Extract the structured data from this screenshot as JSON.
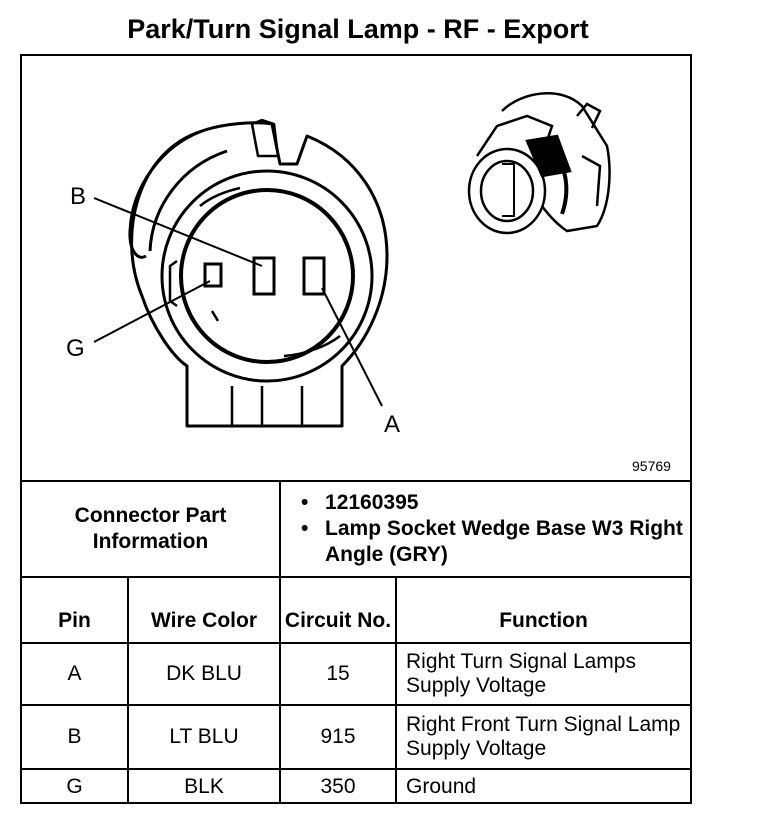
{
  "title": "Park/Turn Signal Lamp - RF - Export",
  "figure_id": "95769",
  "callouts": {
    "b": "B",
    "g": "G",
    "a": "A"
  },
  "connector_info": {
    "label": "Connector Part Information",
    "items": [
      "12160395",
      "Lamp Socket Wedge Base W3 Right Angle (GRY)"
    ]
  },
  "columns": {
    "pin": "Pin",
    "wire_color": "Wire Color",
    "circuit": "Circuit No.",
    "function": "Function"
  },
  "rows": [
    {
      "pin": "A",
      "wire_color": "DK BLU",
      "circuit": "15",
      "function": "Right Turn Signal Lamps Supply Voltage"
    },
    {
      "pin": "B",
      "wire_color": "LT BLU",
      "circuit": "915",
      "function": "Right Front Turn Signal Lamp Supply Voltage"
    },
    {
      "pin": "G",
      "wire_color": "BLK",
      "circuit": "350",
      "function": "Ground"
    }
  ]
}
